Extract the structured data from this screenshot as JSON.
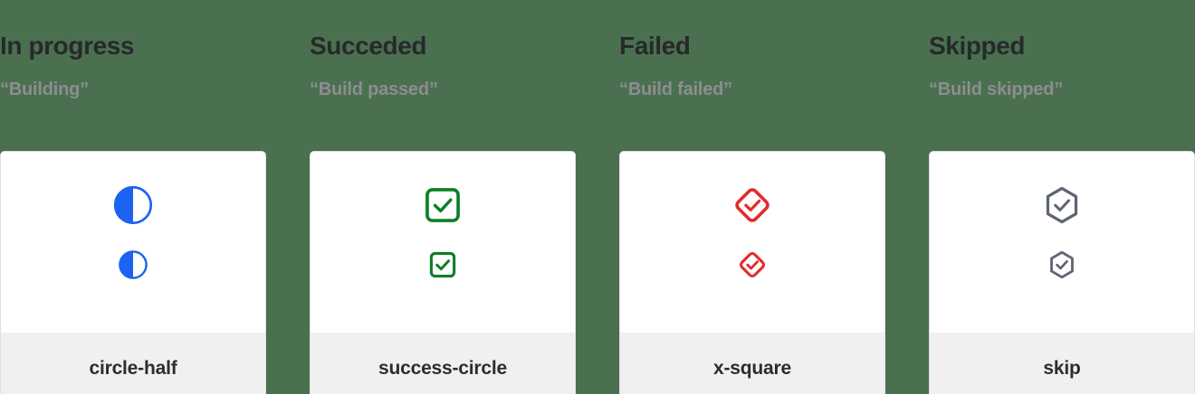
{
  "background_color": "#4a7050",
  "columns": [
    {
      "heading": "In progress",
      "subheading": "“Building”",
      "icon_name": "circle-half-icon",
      "icon_color": "#1b63f0",
      "footer_label": "circle-half"
    },
    {
      "heading": "Succeded",
      "subheading": "“Build passed”",
      "icon_name": "check-square-icon",
      "icon_color": "#0a8025",
      "footer_label": "success-circle"
    },
    {
      "heading": "Failed",
      "subheading": "“Build failed”",
      "icon_name": "check-diamond-icon",
      "icon_color": "#e22c2c",
      "footer_label": "x-square"
    },
    {
      "heading": "Skipped",
      "subheading": "“Build skipped”",
      "icon_name": "check-hexagon-icon",
      "icon_color": "#5f6572",
      "footer_label": "skip"
    }
  ]
}
